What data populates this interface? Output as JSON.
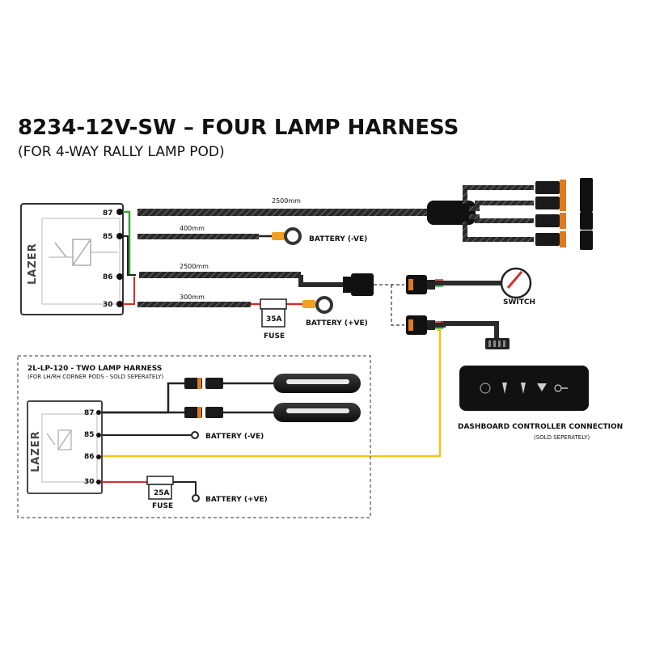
{
  "title": "8234-12V-SW – FOUR LAMP HARNESS",
  "subtitle": "(FOR 4-WAY RALLY LAMP POD)",
  "main_harness": {
    "relay_brand": "LAZER",
    "pins": [
      "87",
      "85",
      "86",
      "30"
    ],
    "wires": [
      {
        "length": "2500mm"
      },
      {
        "length": "400mm"
      },
      {
        "length": "2500mm"
      },
      {
        "length": "300mm"
      }
    ],
    "fuse": {
      "rating": "35A",
      "label": "FUSE"
    },
    "battery_neg": "BATTERY (-VE)",
    "battery_pos": "BATTERY (+VE)",
    "switch": "SWITCH"
  },
  "controller": {
    "title": "DASHBOARD CONTROLLER CONNECTION",
    "note": "(SOLD SEPERATELY)"
  },
  "two_lamp": {
    "title": "2L-LP-120 - TWO LAMP HARNESS",
    "note": "(FOR LH/RH CORNER PODS - SOLD SEPERATELY)",
    "relay_brand": "LAZER",
    "pins": [
      "87",
      "85",
      "86",
      "30"
    ],
    "fuse": {
      "rating": "25A",
      "label": "FUSE"
    },
    "battery_neg": "BATTERY (-VE)",
    "battery_pos": "BATTERY (+VE)"
  },
  "colors": {
    "wire_black": "#222222",
    "wire_red": "#d0312d",
    "wire_green": "#3aa53a",
    "wire_yellow": "#f0c419",
    "connector_orange": "#e07a1f",
    "lug_orange": "#f0a020"
  }
}
